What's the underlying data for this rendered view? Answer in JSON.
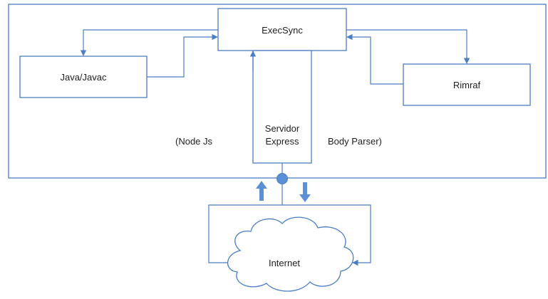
{
  "diagram": {
    "nodes": {
      "execsync": "ExecSync",
      "java": "Java/Javac",
      "rimraf": "Rimraf",
      "server_line1": "Servidor",
      "server_line2": "Express",
      "internet": "Internet"
    },
    "annotations": {
      "node_js": "(Node Js",
      "body_parser": "Body Parser)"
    }
  },
  "colors": {
    "stroke": "#4a7ec4",
    "connector_fill": "#5b8fd6",
    "text": "#1f1f1f",
    "background": "#ffffff"
  },
  "icons": {
    "upload": "arrow-up-icon",
    "download": "arrow-down-icon",
    "cloud": "cloud-icon"
  }
}
